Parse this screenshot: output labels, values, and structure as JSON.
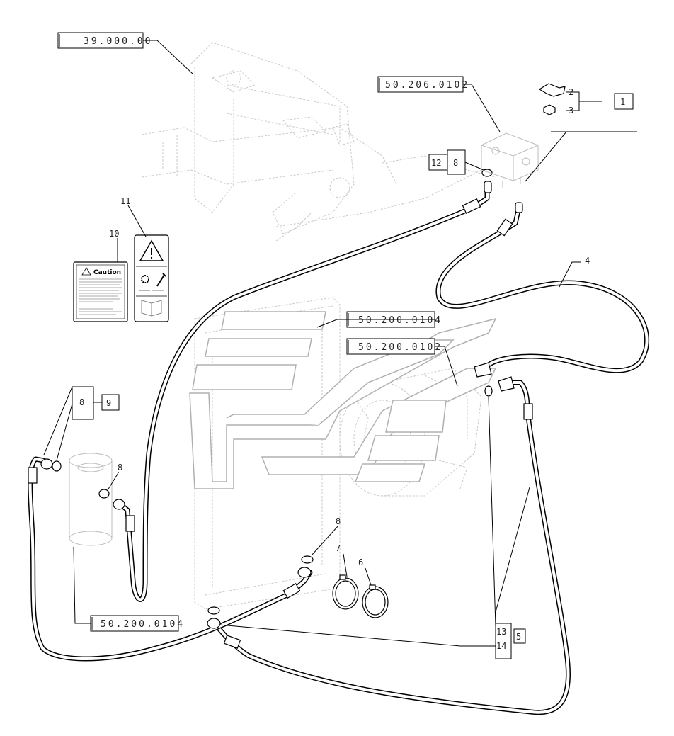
{
  "references": {
    "ref_top_left": "39.000.00",
    "ref_top_right": "50.206.0102",
    "ref_mid_1": "50.200.0104",
    "ref_mid_2": "50.200.0102",
    "ref_bottom": "50.200.0104"
  },
  "callouts": {
    "c1": "1",
    "c2": "2",
    "c3": "3",
    "c4": "4",
    "c5": "5",
    "c6": "6",
    "c7": "7",
    "c8_top": "8",
    "c8_left": "8",
    "c8_mid": "8",
    "c8_lower": "8",
    "c9": "9",
    "c10": "10",
    "c11": "11",
    "c12": "12",
    "c13": "13",
    "c14": "14"
  },
  "decals": {
    "caution_title": "Caution",
    "decal_icon": "warning-triangle-icon"
  },
  "colors": {
    "line": "#000000",
    "ghost": "#c9c9c9"
  }
}
